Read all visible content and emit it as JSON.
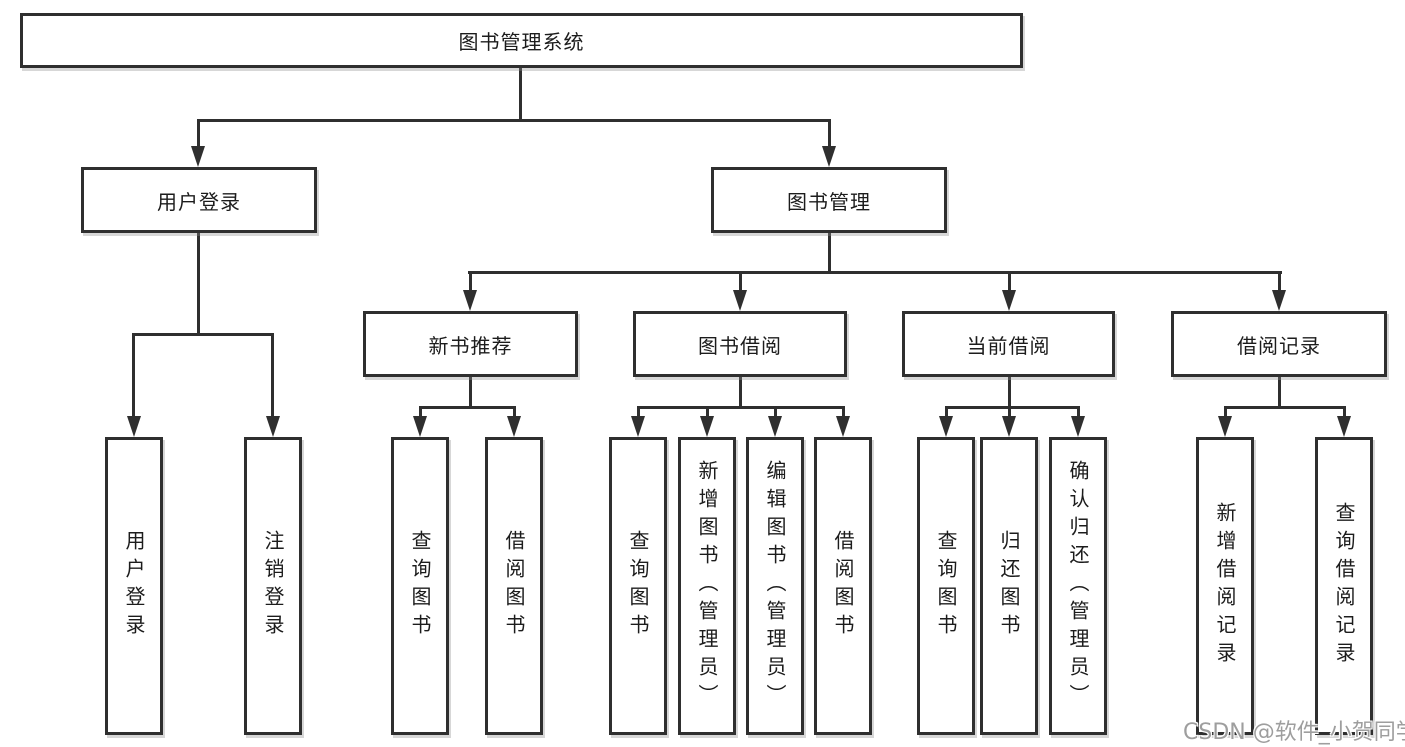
{
  "root": {
    "label": "图书管理系统"
  },
  "level2": [
    {
      "id": "user-login",
      "label": "用户登录"
    },
    {
      "id": "book-management",
      "label": "图书管理"
    }
  ],
  "level3": [
    {
      "id": "new-book-recommend",
      "label": "新书推荐"
    },
    {
      "id": "book-borrow",
      "label": "图书借阅"
    },
    {
      "id": "current-borrow",
      "label": "当前借阅"
    },
    {
      "id": "borrow-record",
      "label": "借阅记录"
    }
  ],
  "leaves": [
    {
      "parent": "用户登录",
      "label": "用户登录"
    },
    {
      "parent": "用户登录",
      "label": "注销登录"
    },
    {
      "parent": "新书推荐",
      "label": "查询图书"
    },
    {
      "parent": "新书推荐",
      "label": "借阅图书"
    },
    {
      "parent": "图书借阅",
      "label": "查询图书"
    },
    {
      "parent": "图书借阅",
      "label": "新增图书（管理员）"
    },
    {
      "parent": "图书借阅",
      "label": "编辑图书（管理员）"
    },
    {
      "parent": "图书借阅",
      "label": "借阅图书"
    },
    {
      "parent": "当前借阅",
      "label": "查询图书"
    },
    {
      "parent": "当前借阅",
      "label": "归还图书"
    },
    {
      "parent": "当前借阅",
      "label": "确认归还（管理员）"
    },
    {
      "parent": "借阅记录",
      "label": "新增借阅记录"
    },
    {
      "parent": "借阅记录",
      "label": "查询借阅记录"
    }
  ],
  "watermark": {
    "text": "CSDN @软件_小贺同学"
  },
  "colors": {
    "bg": "#ffffff",
    "line": "#2f2f2f",
    "text": "#1c1c1c",
    "watermark": "#9e9e9e"
  }
}
